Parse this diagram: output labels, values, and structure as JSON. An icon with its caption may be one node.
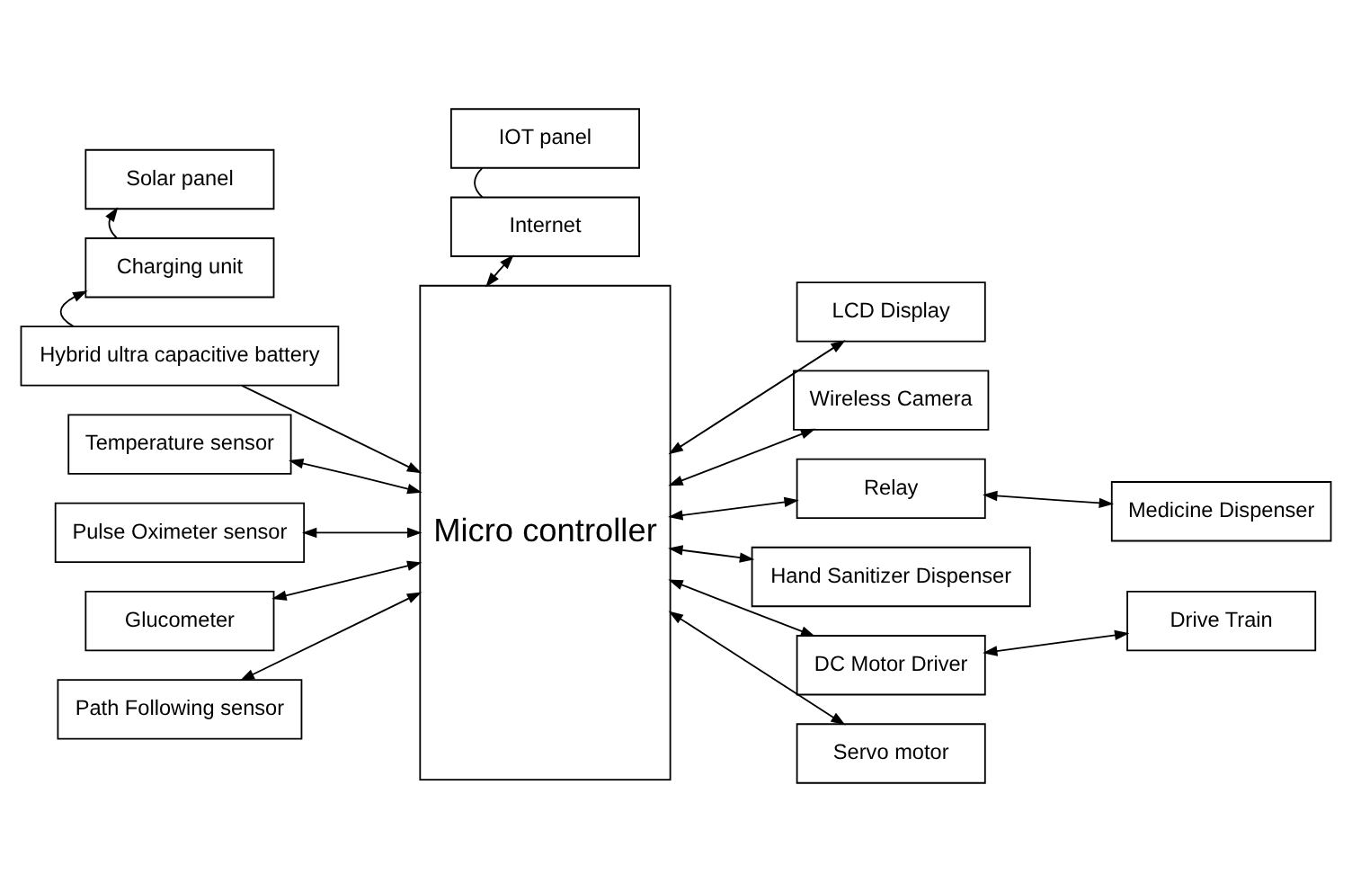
{
  "diagram": {
    "nodes": [
      {
        "text": [
          "Solar panel"
        ]
      },
      {
        "text": [
          "Charging unit"
        ]
      },
      {
        "text": [
          "Hybrid ultra capacitive battery"
        ]
      },
      {
        "text": [
          "Temperature sensor"
        ]
      },
      {
        "text": [
          "Pulse Oximeter sensor"
        ]
      },
      {
        "text": [
          "Glucometer"
        ]
      },
      {
        "text": [
          "Path Following sensor"
        ]
      },
      {
        "text": [
          "IOT panel"
        ]
      },
      {
        "text": [
          "Internet"
        ]
      },
      {
        "text": [
          "Micro controller"
        ]
      },
      {
        "text": [
          "LCD Display"
        ]
      },
      {
        "text": [
          "Wireless Camera"
        ]
      },
      {
        "text": [
          "Relay"
        ]
      },
      {
        "text": [
          "Medicine Dispenser"
        ]
      },
      {
        "text": [
          "Hand Sanitizer Dispenser"
        ]
      },
      {
        "text": [
          "DC Motor Driver"
        ]
      },
      {
        "text": [
          "Drive Train"
        ]
      },
      {
        "text": [
          "Servo motor"
        ]
      }
    ],
    "edges": [
      {
        "from": 1,
        "to": 0,
        "arrow": "to"
      },
      {
        "from": 2,
        "to": 1,
        "arrow": "to"
      },
      {
        "from": 2,
        "to": 9,
        "arrow": "to"
      },
      {
        "from": 3,
        "to": 9,
        "arrow": "both"
      },
      {
        "from": 4,
        "to": 9,
        "arrow": "both"
      },
      {
        "from": 5,
        "to": 9,
        "arrow": "both"
      },
      {
        "from": 6,
        "to": 9,
        "arrow": "both"
      },
      {
        "from": 7,
        "to": 8,
        "arrow": "none"
      },
      {
        "from": 8,
        "to": 9,
        "arrow": "both"
      },
      {
        "from": 9,
        "to": 10,
        "arrow": "both"
      },
      {
        "from": 9,
        "to": 11,
        "arrow": "both"
      },
      {
        "from": 9,
        "to": 12,
        "arrow": "both"
      },
      {
        "from": 12,
        "to": 13,
        "arrow": "both"
      },
      {
        "from": 9,
        "to": 14,
        "arrow": "both"
      },
      {
        "from": 9,
        "to": 15,
        "arrow": "both"
      },
      {
        "from": 15,
        "to": 16,
        "arrow": "both"
      },
      {
        "from": 9,
        "to": 17,
        "arrow": "both"
      }
    ]
  }
}
